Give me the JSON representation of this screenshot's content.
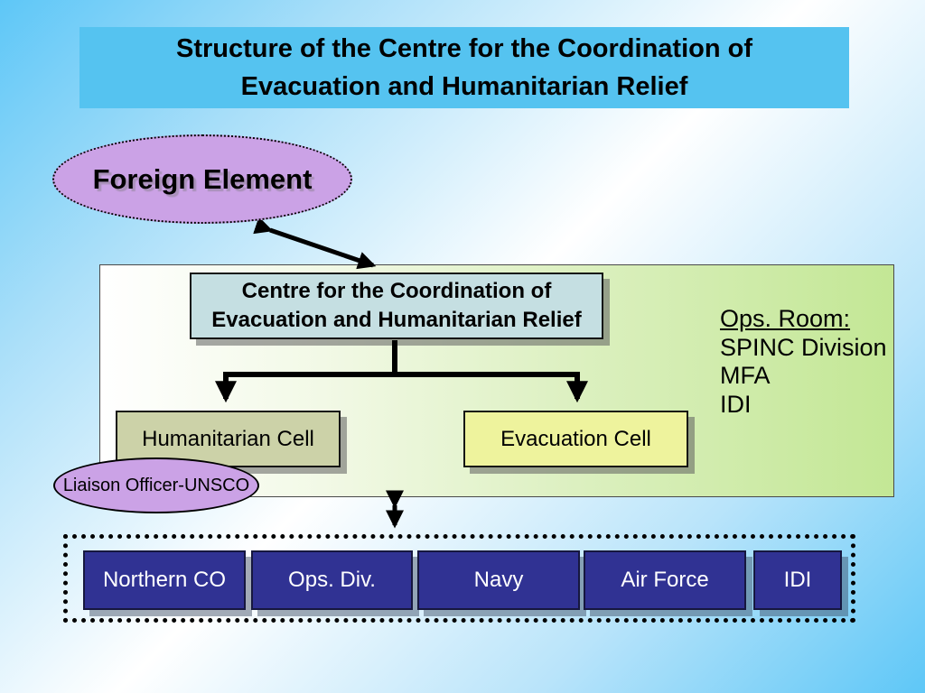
{
  "slide": {
    "title": "Structure of the Centre for the Coordination of Evacuation and Humanitarian Relief"
  },
  "diagram": {
    "foreign_element": "Foreign Element",
    "centre": "Centre for the Coordination of Evacuation and Humanitarian Relief",
    "ops_room": {
      "heading": "Ops. Room:",
      "lines": [
        "SPINC Division",
        "MFA",
        "IDI"
      ]
    },
    "humanitarian_cell": "Humanitarian Cell",
    "evacuation_cell": "Evacuation Cell",
    "liaison": "Liaison Officer-UNSCO",
    "units": [
      "Northern CO",
      "Ops. Div.",
      "Navy",
      "Air Force",
      "IDI"
    ]
  },
  "colors": {
    "background_blue": "#5ec7f7",
    "title_bar_cyan": "#55c3f0",
    "ellipse_purple": "#cba2e6",
    "panel_green": "#c3e795",
    "centre_fill": "#c5dfe2",
    "humanitarian_fill": "#ccd2a8",
    "evacuation_fill": "#eef39d",
    "unit_navy": "#303293",
    "connector_black": "#000000",
    "text_black": "#000000",
    "unit_text_white": "#ffffff"
  }
}
